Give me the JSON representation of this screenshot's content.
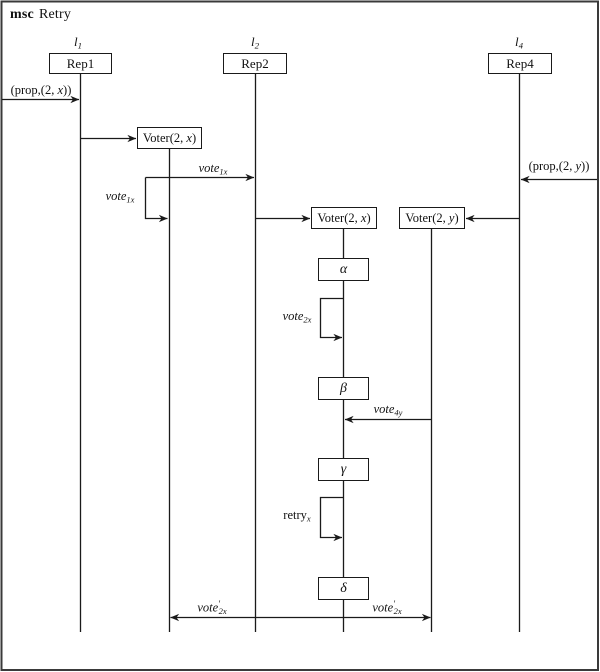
{
  "title": {
    "keyword": "msc",
    "name": "Retry"
  },
  "colors": {
    "line": "#1a1a1a",
    "background": "#ffffff",
    "frame": "#333333"
  },
  "entities": [
    {
      "id": "rep1",
      "lifeline_label": {
        "base": "l",
        "sub": "1"
      },
      "box_label": "Rep1"
    },
    {
      "id": "rep2",
      "lifeline_label": {
        "base": "l",
        "sub": "2"
      },
      "box_label": "Rep2"
    },
    {
      "id": "rep4",
      "lifeline_label": {
        "base": "l",
        "sub": "4"
      },
      "box_label": "Rep4"
    }
  ],
  "process_boxes": [
    {
      "id": "voter2x-1",
      "pre": "Voter(2, ",
      "var": "x",
      "post": ")"
    },
    {
      "id": "voter2x-2",
      "pre": "Voter(2, ",
      "var": "x",
      "post": ")"
    },
    {
      "id": "voter2y",
      "pre": "Voter(2, ",
      "var": "y",
      "post": ")"
    }
  ],
  "state_boxes": [
    {
      "id": "alpha",
      "label": "α"
    },
    {
      "id": "beta",
      "label": "β"
    },
    {
      "id": "gamma",
      "label": "γ"
    },
    {
      "id": "delta",
      "label": "δ"
    }
  ],
  "messages": {
    "prop_x": {
      "pre": "(prop,(2, ",
      "var": "x",
      "post": "))"
    },
    "prop_y": {
      "pre": "(prop,(2, ",
      "var": "y",
      "post": "))"
    },
    "vote_1x_to_rep2": {
      "base": "vote",
      "sub": "1x"
    },
    "vote_1x_self": {
      "base": "vote",
      "sub": "1x"
    },
    "vote_2x_self": {
      "base": "vote",
      "sub": "2x"
    },
    "vote_4y": {
      "base": "vote",
      "sub": "4y"
    },
    "retry_x_self": {
      "base": "retry",
      "sub": "x"
    },
    "vote_2x_prime_left": {
      "base": "vote",
      "prime": "′",
      "sub": "2x"
    },
    "vote_2x_prime_right": {
      "base": "vote",
      "prime": "′",
      "sub": "2x"
    }
  }
}
